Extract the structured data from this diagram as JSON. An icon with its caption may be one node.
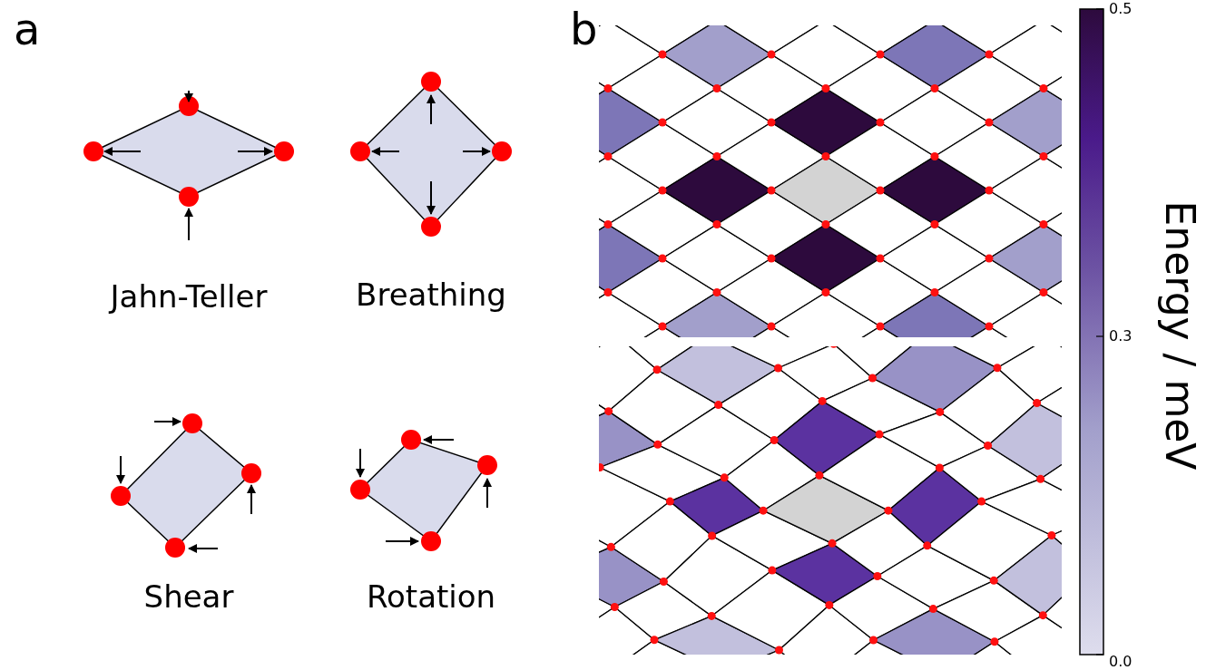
{
  "diagram": {
    "labels": [
      "a",
      "Jahn-Teller",
      "Breathing",
      "Shear",
      "Rotation",
      "b",
      "0.5",
      "0.3",
      "0.0",
      "Energy / meV"
    ]
  }
}
